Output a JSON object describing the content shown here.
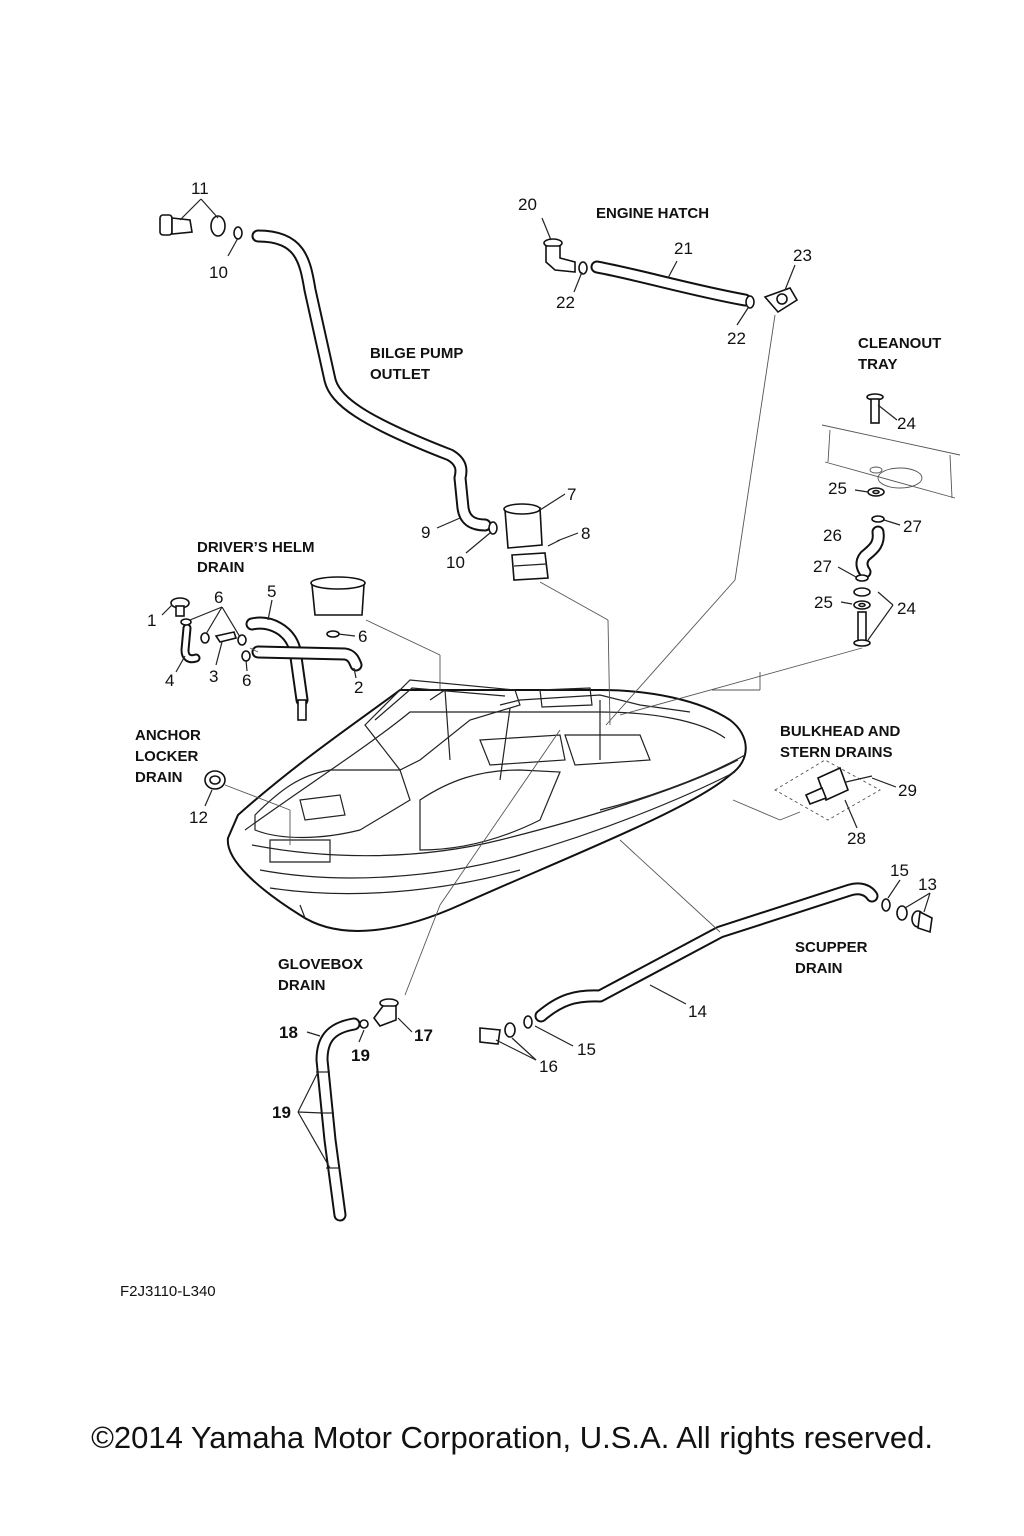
{
  "sections": {
    "engine_hatch": "ENGINE HATCH",
    "bilge_pump_1": "BILGE PUMP",
    "bilge_pump_2": "OUTLET",
    "cleanout_1": "CLEANOUT",
    "cleanout_2": "TRAY",
    "drivers_helm_1": "DRIVER’S HELM",
    "drivers_helm_2": "DRAIN",
    "anchor_1": "ANCHOR",
    "anchor_2": "LOCKER",
    "anchor_3": "DRAIN",
    "bulkhead_1": "BULKHEAD AND",
    "bulkhead_2": "STERN DRAINS",
    "glovebox_1": "GLOVEBOX",
    "glovebox_2": "DRAIN",
    "scupper_1": "SCUPPER",
    "scupper_2": "DRAIN"
  },
  "callouts": {
    "c11": "11",
    "c10a": "10",
    "c20": "20",
    "c21": "21",
    "c22a": "22",
    "c22b": "22",
    "c23": "23",
    "c24a": "24",
    "c25a": "25",
    "c26": "26",
    "c27a": "27",
    "c27b": "27",
    "c25b": "25",
    "c24b": "24",
    "c7": "7",
    "c8": "8",
    "c9": "9",
    "c10b": "10",
    "c1": "1",
    "c6a": "6",
    "c5": "5",
    "c6b": "6",
    "c4": "4",
    "c3": "3",
    "c6c": "6",
    "c2": "2",
    "c12": "12",
    "c29": "29",
    "c28": "28",
    "c15a": "15",
    "c13": "13",
    "c14": "14",
    "c15b": "15",
    "c16": "16",
    "c18": "18",
    "c19a": "19",
    "c17": "17",
    "c19b": "19"
  },
  "figure_code": "F2J3110-L340",
  "copyright": "©2014 Yamaha Motor Corporation, U.S.A. All rights reserved."
}
